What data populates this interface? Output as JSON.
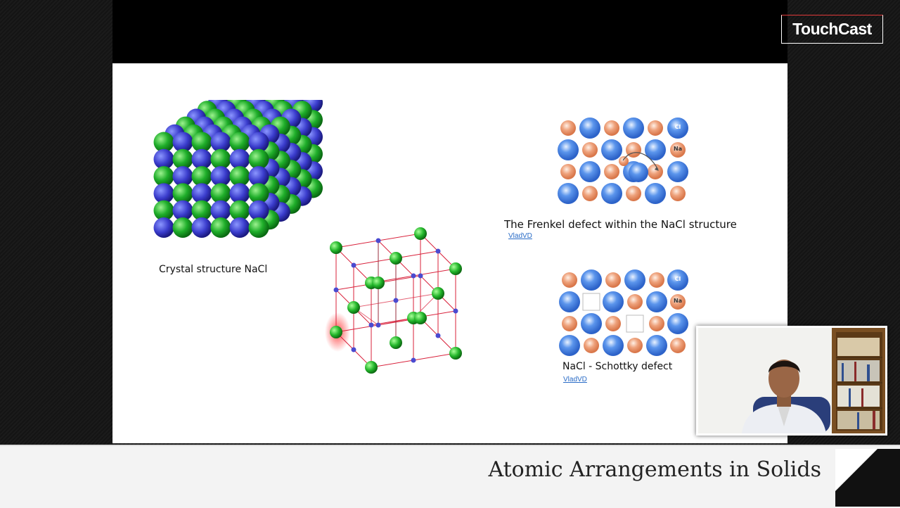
{
  "brand": {
    "logo_text": "TouchCast"
  },
  "slide": {
    "crystal_caption": "Crystal structure NaCl",
    "frenkel_caption": "The Frenkel defect within the NaCl structure",
    "frenkel_credit": "VladVD",
    "schottky_caption": "NaCl - Schottky defect",
    "schottky_credit": "VladVD",
    "ion_labels": {
      "cl": "Cl",
      "na": "Na"
    }
  },
  "lower_third": {
    "title": "Atomic Arrangements in Solids"
  },
  "colors": {
    "chloride_blue": "#3d7be0",
    "sodium_orange": "#e8936a",
    "lattice_green": "#22b52a",
    "lattice_red": "#d8203a",
    "brand_red": "#e03a3a"
  }
}
